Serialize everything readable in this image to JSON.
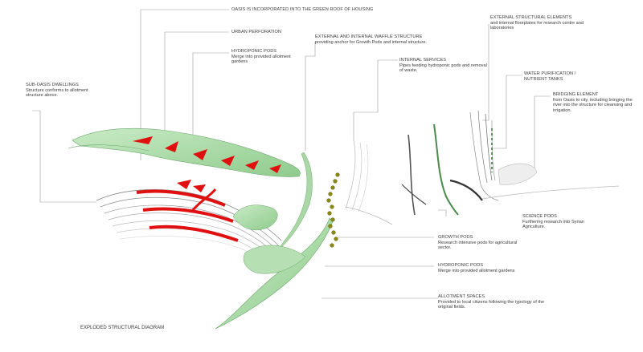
{
  "caption": "EXPLODED STRUCTURAL DIAGRAM",
  "colors": {
    "green_fill": "#a9d8a6",
    "green_stroke": "#6aa86a",
    "red_accent": "#e01010",
    "grey_structure": "#9a9a9a",
    "dark_grey": "#555555",
    "pod_olive": "#8a8a10",
    "leader_line": "#888888"
  },
  "labels": {
    "oasis_roof": {
      "title": "OASIS IS INCORPORATED INTO THE GREEN ROOF OF HOUSING",
      "desc": ""
    },
    "urban_perforation": {
      "title": "URBAN PERFORATION",
      "desc": ""
    },
    "hydroponic_top": {
      "title": "HYDROPONIC PODS",
      "desc": "Merge into provided allotment gardens"
    },
    "waffle": {
      "title": "EXTERNAL AND INTERNAL WAFFLE STRUCTURE",
      "desc": "providing anchor for Growth Pods and internal structure."
    },
    "internal_services": {
      "title": "INTERNAL SERVICES",
      "desc": "Pipes feeding hydroponic pods and removal of waste."
    },
    "external_structural": {
      "title": "EXTERNAL STRUCTURAL ELEMENTS",
      "desc": "and internal floorplates for research centre and laboratories"
    },
    "water_purification": {
      "title": "WATER PURIFICATION /",
      "desc": "NUTRIENT TANKS"
    },
    "bridging": {
      "title": "BRIDGING ELEMENT",
      "desc": "from Oasis to city, including bringing the river into the structure for cleansing and irrigation."
    },
    "sub_oasis": {
      "title": "SUB-OASIS DWELLINGS",
      "desc": "Structure conforms to allotment structure above."
    },
    "science_pods": {
      "title": "SCIENCE PODS",
      "desc": "Furthering research into Syrian Agriculture."
    },
    "growth_pods": {
      "title": "GROWTH PODS",
      "desc": "Research intensive pods for agricultural sector."
    },
    "hydroponic_bottom": {
      "title": "HYDROPONIC PODS",
      "desc": "Merge into provided allotment gardens"
    },
    "allotment": {
      "title": "ALLOTMENT SPACES",
      "desc": "Provided to local citizens following the typology of the original fields."
    }
  }
}
